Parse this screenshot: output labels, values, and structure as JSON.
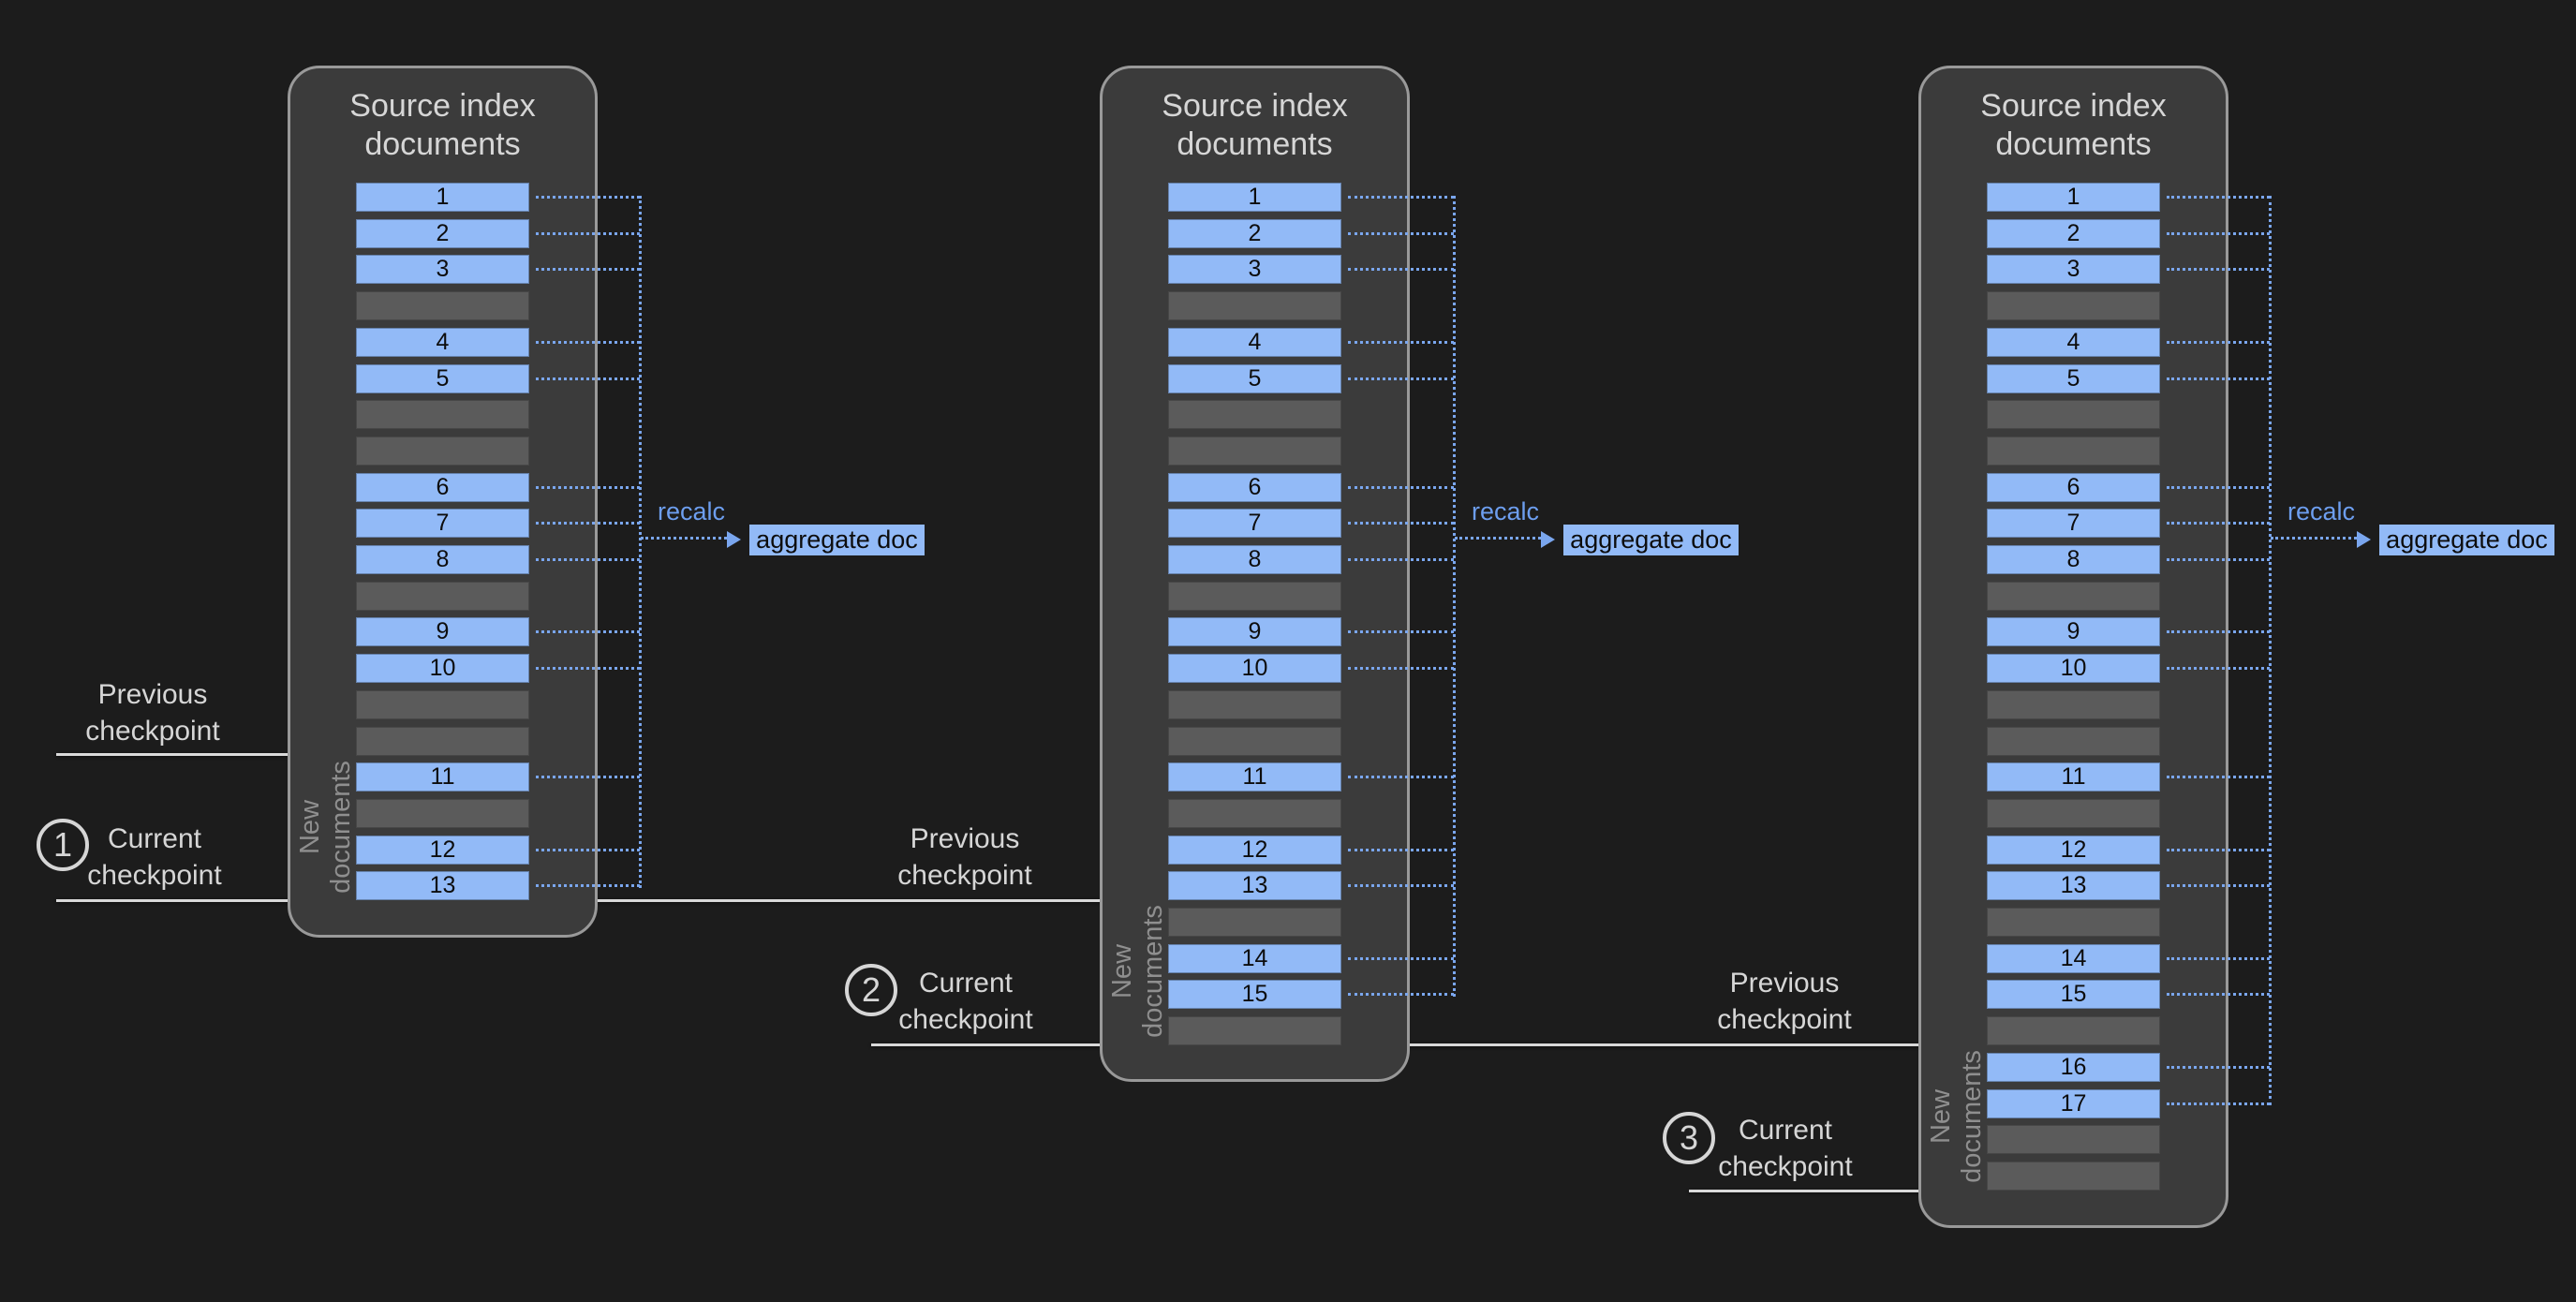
{
  "colors": {
    "background": "#1c1c1c",
    "panel_fill": "#3b3b3b",
    "panel_border": "#999999",
    "doc_blue": "#92baf7",
    "doc_gray": "#5b5b5b",
    "dotted_blue": "#7aa6ee",
    "checkpoint_line": "#d9d9d9",
    "label_text": "#d6d6d6",
    "muted_text": "#8f8f8f",
    "recalc_text": "#6d9eef",
    "doc_number_text": "#0d0d0d"
  },
  "panels": [
    {
      "title": [
        "Source index",
        "documents"
      ],
      "rows": [
        "1",
        "2",
        "3",
        "",
        "4",
        "5",
        "",
        "",
        "6",
        "7",
        "8",
        "",
        "9",
        "10",
        "",
        "",
        "11",
        "",
        "12",
        "13"
      ],
      "new_documents_label": [
        "New",
        "documents"
      ],
      "recalc_label": "recalc",
      "aggregate_label": "aggregate doc"
    },
    {
      "title": [
        "Source index",
        "documents"
      ],
      "rows": [
        "1",
        "2",
        "3",
        "",
        "4",
        "5",
        "",
        "",
        "6",
        "7",
        "8",
        "",
        "9",
        "10",
        "",
        "",
        "11",
        "",
        "12",
        "13",
        "",
        "14",
        "15",
        ""
      ],
      "new_documents_label": [
        "New",
        "documents"
      ],
      "recalc_label": "recalc",
      "aggregate_label": "aggregate doc"
    },
    {
      "title": [
        "Source index",
        "documents"
      ],
      "rows": [
        "1",
        "2",
        "3",
        "",
        "4",
        "5",
        "",
        "",
        "6",
        "7",
        "8",
        "",
        "9",
        "10",
        "",
        "",
        "11",
        "",
        "12",
        "13",
        "",
        "14",
        "15",
        "",
        "16",
        "17",
        "",
        ""
      ],
      "new_documents_label": [
        "New",
        "documents"
      ],
      "recalc_label": "recalc",
      "aggregate_label": "aggregate doc"
    }
  ],
  "checkpoints": [
    {
      "number": "1",
      "previous_label": [
        "Previous",
        "checkpoint"
      ],
      "current_label": [
        "Current",
        "checkpoint"
      ]
    },
    {
      "number": "2",
      "previous_label": [
        "Previous",
        "checkpoint"
      ],
      "current_label": [
        "Current",
        "checkpoint"
      ]
    },
    {
      "number": "3",
      "previous_label": [
        "Previous",
        "checkpoint"
      ],
      "current_label": [
        "Current",
        "checkpoint"
      ]
    }
  ]
}
